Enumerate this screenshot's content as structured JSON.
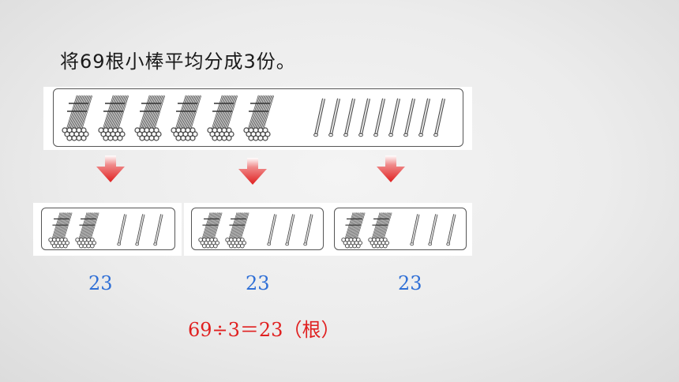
{
  "slide": {
    "title": "将69根小棒平均分成3份。",
    "groups": [
      {
        "count_label": "23",
        "bundles": 2,
        "singles": 3
      },
      {
        "count_label": "23",
        "bundles": 2,
        "singles": 3
      },
      {
        "count_label": "23",
        "bundles": 2,
        "singles": 3
      }
    ],
    "total": {
      "bundles": 6,
      "singles": 9
    },
    "equation": "69÷3＝23（根）",
    "colors": {
      "count": "#2f6fd6",
      "equation": "#e02020",
      "arrow": "#e02020"
    }
  }
}
